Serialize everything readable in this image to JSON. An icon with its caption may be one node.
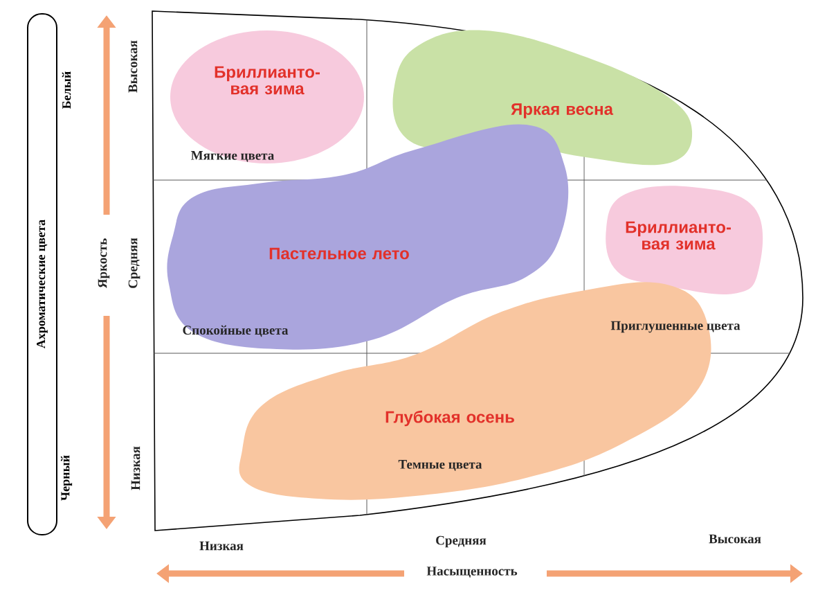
{
  "diagram": {
    "nodes": [
      {
        "text": [
          "Бриллианто-вая зима"
        ]
      },
      {
        "text": [
          "Яркая весна"
        ]
      },
      {
        "text": [
          "Пастельное лето"
        ]
      },
      {
        "text": [
          "Бриллианто-вая зима"
        ]
      },
      {
        "text": [
          "Глубокая осень"
        ]
      },
      {
        "text": [
          "Ахроматические цвета"
        ],
        "beside": [
          "Белый",
          "Черный"
        ]
      }
    ],
    "labels": [
      "Мягкие цвета",
      "Спокойные цвета",
      "Приглушенные цвета",
      "Темные цвета",
      "Высокая",
      "Яркость",
      "Средняя",
      "Низкая",
      "Низкая",
      "Средняя",
      "Высокая",
      "Насыщенность"
    ]
  }
}
